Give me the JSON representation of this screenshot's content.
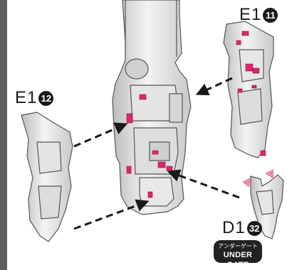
{
  "labels": {
    "e1_11": {
      "prefix": "E1",
      "num": "11"
    },
    "e1_12": {
      "prefix": "E1",
      "num": "12"
    },
    "d1_32": {
      "prefix": "D1",
      "num": "32"
    }
  },
  "badge": {
    "japanese": "アンダーゲート",
    "english": "UNDER GATE"
  },
  "colors": {
    "part_gray": "#d9d9d9",
    "outline": "#555555",
    "highlight": "#e0246e",
    "gate_pink": "#f08aa8",
    "arrow": "#1a1a1a",
    "sidebar": "#5f5f61"
  }
}
